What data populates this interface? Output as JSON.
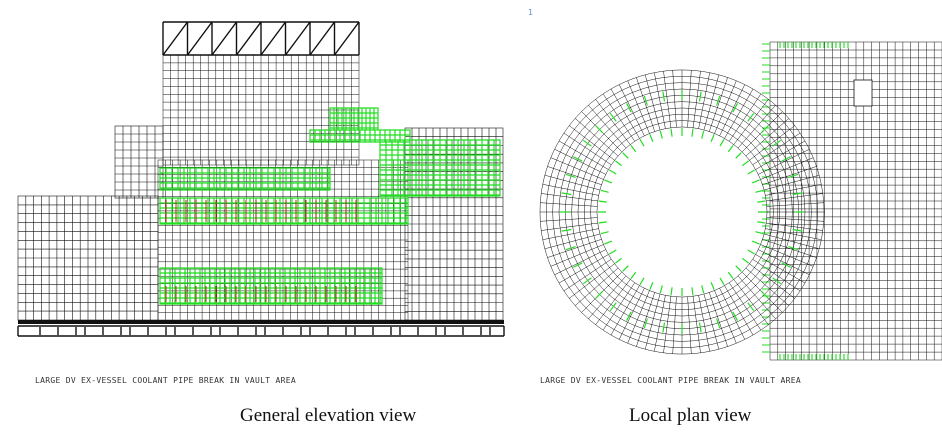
{
  "left": {
    "caption": "LARGE DV EX-VESSEL COOLANT PIPE BREAK IN VAULT AREA",
    "label": "General elevation view"
  },
  "right": {
    "marker": "1",
    "caption": "LARGE DV EX-VESSEL COOLANT PIPE BREAK IN VAULT AREA",
    "label": "Local plan view"
  },
  "colors": {
    "mesh": "#111111",
    "boundary": "#22dd22",
    "load": "#cc2222"
  }
}
